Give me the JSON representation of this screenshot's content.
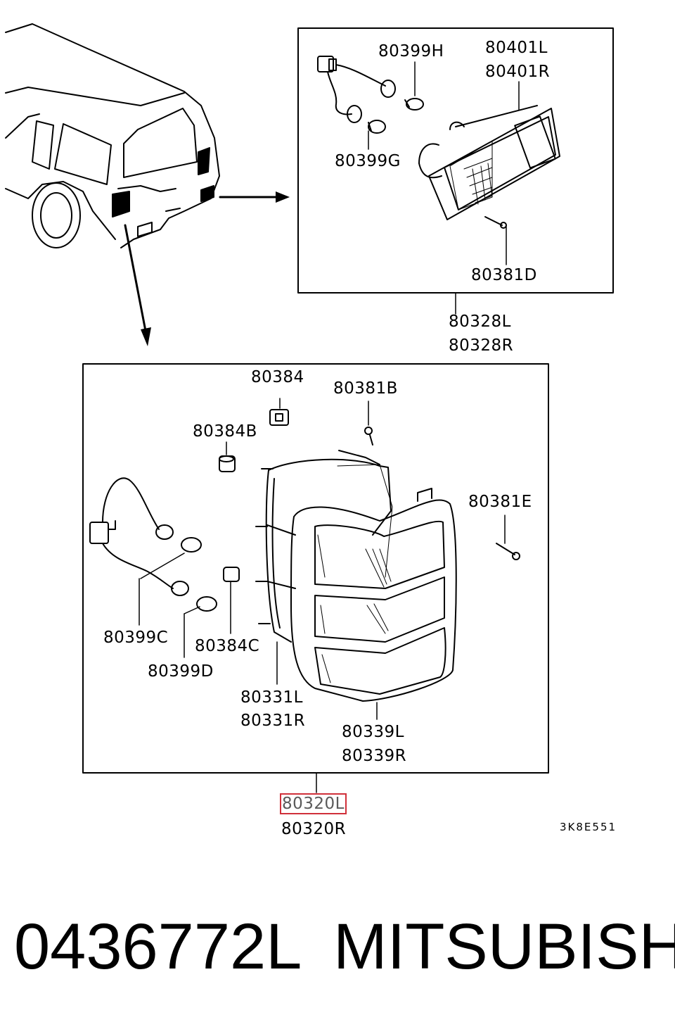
{
  "callouts": {
    "top": {
      "p80399H": "80399H",
      "p80401L": "80401L",
      "p80401R": "80401R",
      "p80399G": "80399G",
      "p80381D": "80381D",
      "p80328L": "80328L",
      "p80328R": "80328R"
    },
    "bottom": {
      "p80384": "80384",
      "p80381B": "80381B",
      "p80384B": "80384B",
      "p80381E": "80381E",
      "p80399C": "80399C",
      "p80384C": "80384C",
      "p80399D": "80399D",
      "p80331L": "80331L",
      "p80331R": "80331R",
      "p80339L": "80339L",
      "p80339R": "80339R",
      "p80320L": "80320L",
      "p80320R": "80320R"
    },
    "diagram_code": "3K8E551"
  },
  "highlight_color": "#d0303a",
  "footer": {
    "part_number": "0436772L",
    "brand": "MITSUBISHI"
  }
}
